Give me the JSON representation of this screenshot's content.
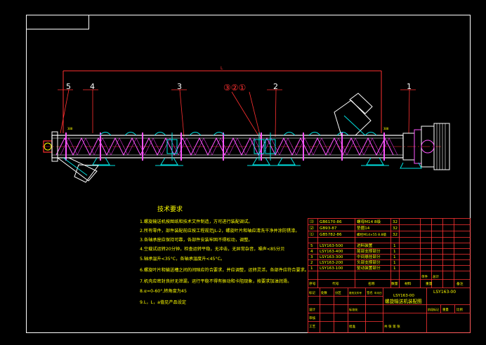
{
  "drawing": {
    "colors": {
      "background": "#000000",
      "frame": "#ffffff",
      "dimension": "#ff2a2a",
      "tube": "#ffffff",
      "flights": "#ff55ff",
      "supports": "#00e0e0",
      "notes": "#ffff00",
      "table_lines": "#ff3333",
      "table_text": "#ffff00"
    },
    "overall_dim": "L",
    "balloons": [
      {
        "id": "b5",
        "label": "5"
      },
      {
        "id": "b4",
        "label": "4"
      },
      {
        "id": "b3",
        "label": "3"
      },
      {
        "id": "b321",
        "label": "③②①"
      },
      {
        "id": "b2",
        "label": "2"
      },
      {
        "id": "b1",
        "label": "1"
      }
    ]
  },
  "notes": {
    "title": "技术要求",
    "lines": [
      "1.螺旋输送机按图纸和技术文件制造，方可进行装配调试。",
      "2.所有零件，部件装配前应按工程规范JL-2，螺旋叶片和轴应清洗干净并涂防锈漆。",
      "3.各轴承座应保持可靠，各部件安装牢固不得松动，调整。",
      "4.空载试运转20分钟，检查运转平稳，无冲击，无异常杂音，噪声<85分贝",
      "5.轴承温升<35°C，各轴承温度升<45°C。",
      "6.螺旋叶片和输送槽之间的间隙应符合要求，并应调整，运转灵活，各部件应符合要求。",
      "7.机壳应密封良好无泄漏，运行平稳不得有振动和卡阻现象，按要求加油润滑。",
      "8.α=0-60°,转角度为45",
      "9.L，L，a值见产品设定"
    ]
  },
  "parts_table": {
    "rows": [
      {
        "no": "⑶",
        "code": "GB6170-86",
        "name": "螺母M14 8级",
        "qty": "32"
      },
      {
        "no": "⑵",
        "code": "GB93-87",
        "name": "垫圈14",
        "qty": "32"
      },
      {
        "no": "⑴",
        "code": "GB5782-86",
        "name": "螺栓M14×55 8.8级",
        "qty": "32"
      },
      {
        "no": "5",
        "code": "LSY163-500",
        "name": "进料装置",
        "qty": "1"
      },
      {
        "no": "4",
        "code": "LSY163-400",
        "name": "尾部支撑部分",
        "qty": "1"
      },
      {
        "no": "3",
        "code": "LSY163-300",
        "name": "中间悬挂部分",
        "qty": "1"
      },
      {
        "no": "2",
        "code": "LSY163-200",
        "name": "头部支撑部分",
        "qty": "1"
      },
      {
        "no": "1",
        "code": "LSY163-100",
        "name": "驱动装置部分",
        "qty": "1"
      }
    ],
    "header": {
      "no": "序号",
      "code": "代号",
      "name": "名称",
      "qty": "数量",
      "mat": "材料",
      "single": "单件",
      "total": "总计",
      "weight": "重量",
      "remark": "备注"
    },
    "drawing_code": "LSY163-00",
    "drawing_title": "螺旋输送机装配图",
    "drawing_no": "LSY163-00",
    "labels": {
      "mark": "标记",
      "count": "处数",
      "zone": "分区",
      "change_no": "更改文件号",
      "sign": "签名",
      "date": "年月日",
      "design": "设计",
      "standardize": "标准化",
      "stage": "阶段标记",
      "weight": "重量",
      "ratio": "比例",
      "review": "审核",
      "craft": "工艺",
      "approve": "批准",
      "sheets": "共 张 第 张"
    }
  }
}
